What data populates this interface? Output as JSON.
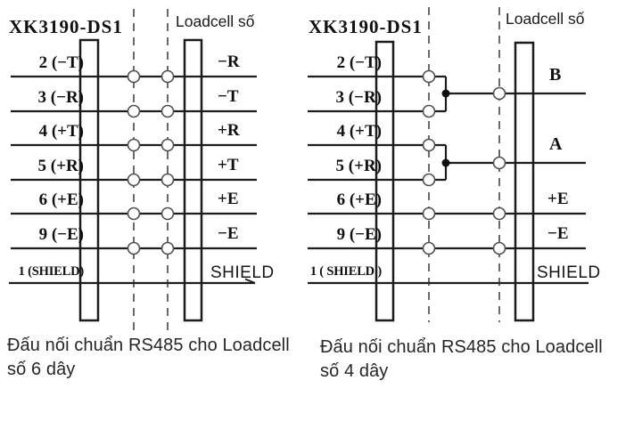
{
  "diagram_left": {
    "device_title": "XK3190-DS1",
    "loadcell_title": "Loadcell số",
    "pins": [
      "2 (−T)",
      "3 (−R)",
      "4 (+T)",
      "5 (+R)",
      "6 (+E)",
      "9 (−E)",
      "1 (SHIELD)"
    ],
    "loadcell_pins": [
      "−R",
      "−T",
      "+R",
      "+T",
      "+E",
      "−E",
      "SHIELD"
    ],
    "caption": [
      "Đấu nối chuẩn RS485 cho Loadcell",
      "số 6 dây"
    ]
  },
  "diagram_right": {
    "device_title": "XK3190-DS1",
    "loadcell_title": "Loadcell số",
    "pins": [
      "2 (−T)",
      "3 (−R)",
      "4 (+T)",
      "5 (+R)",
      "6 (+E)",
      "9 (−E)",
      "1 ( SHIELD )"
    ],
    "loadcell_pins": [
      "B",
      "A",
      "+E",
      "−E",
      "SHIELD"
    ],
    "caption": [
      "Đấu nối chuẩn RS485 cho Loadcell",
      "số 4 dây"
    ]
  },
  "colors": {
    "background": "#ffffff",
    "wire": "#1c1c1c",
    "dashed_boundary": "#2a2a2a",
    "terminal_circle_stroke": "#4f4f4f",
    "junction_dot": "#111111",
    "text": "#141414"
  }
}
